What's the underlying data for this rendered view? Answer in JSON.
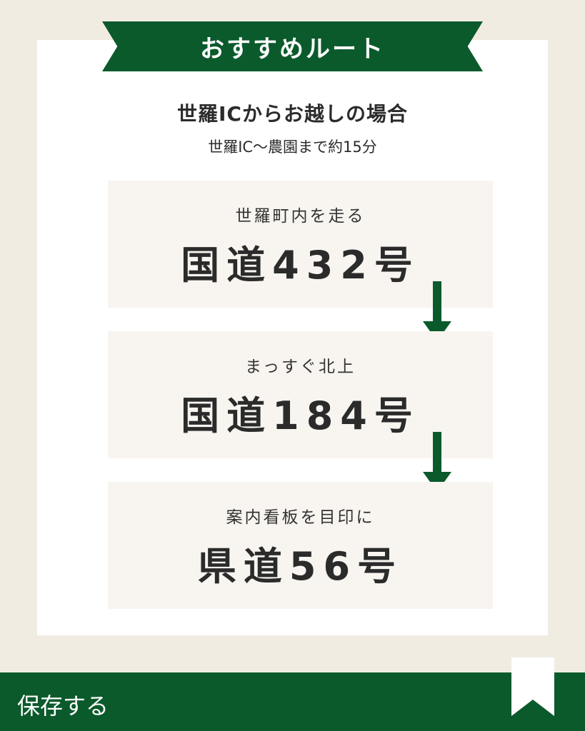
{
  "header": {
    "ribbon_title": "おすすめルート",
    "subtitle": "世羅ICからお越しの場合",
    "note": "世羅IC〜農園まで約15分"
  },
  "steps": [
    {
      "desc": "世羅町内を走る",
      "road": "国道432号"
    },
    {
      "desc": "まっすぐ北上",
      "road": "国道184号"
    },
    {
      "desc": "案内看板を目印に",
      "road": "県道56号"
    }
  ],
  "footer": {
    "save_label": "保存する",
    "bookmark_icon": "bookmark-icon"
  },
  "colors": {
    "accent": "#0b5a2c",
    "background": "#f1ece2",
    "card": "#ffffff",
    "step_bg": "#f8f5f0"
  }
}
